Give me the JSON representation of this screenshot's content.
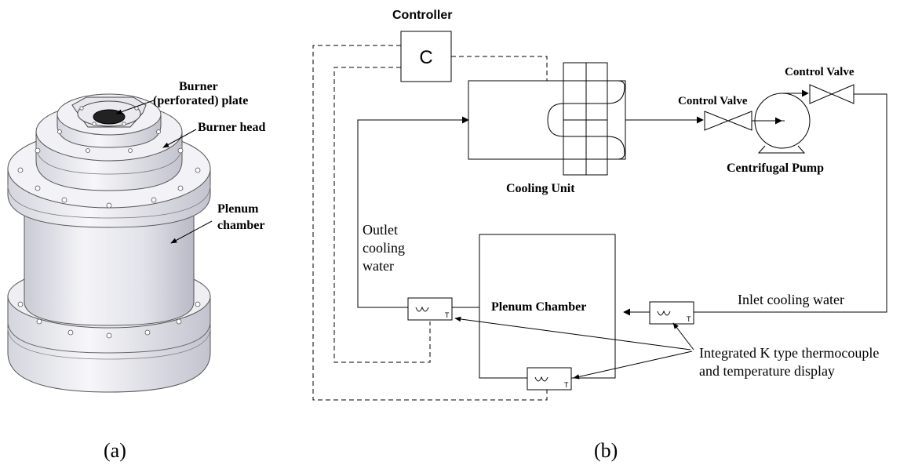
{
  "panel_a": {
    "caption": "(a)",
    "labels": {
      "burner_plate_line1": "Burner",
      "burner_plate_line2": "(perforated) plate",
      "burner_head": "Burner head",
      "plenum_line1": "Plenum",
      "plenum_line2": "chamber"
    }
  },
  "panel_b": {
    "caption": "(b)",
    "controller_title": "Controller",
    "controller_symbol": "C",
    "cooling_unit": "Cooling Unit",
    "control_valve_left": "Control Valve",
    "control_valve_right": "Control Valve",
    "centrifugal_pump": "Centrifugal Pump",
    "plenum_chamber": "Plenum Chamber",
    "outlet_line1": "Outlet",
    "outlet_line2": "cooling",
    "outlet_line3": "water",
    "inlet": "Inlet cooling water",
    "thermo_line1": "Integrated K type thermocouple",
    "thermo_line2": "and temperature display",
    "sensor_symbol": "T"
  }
}
